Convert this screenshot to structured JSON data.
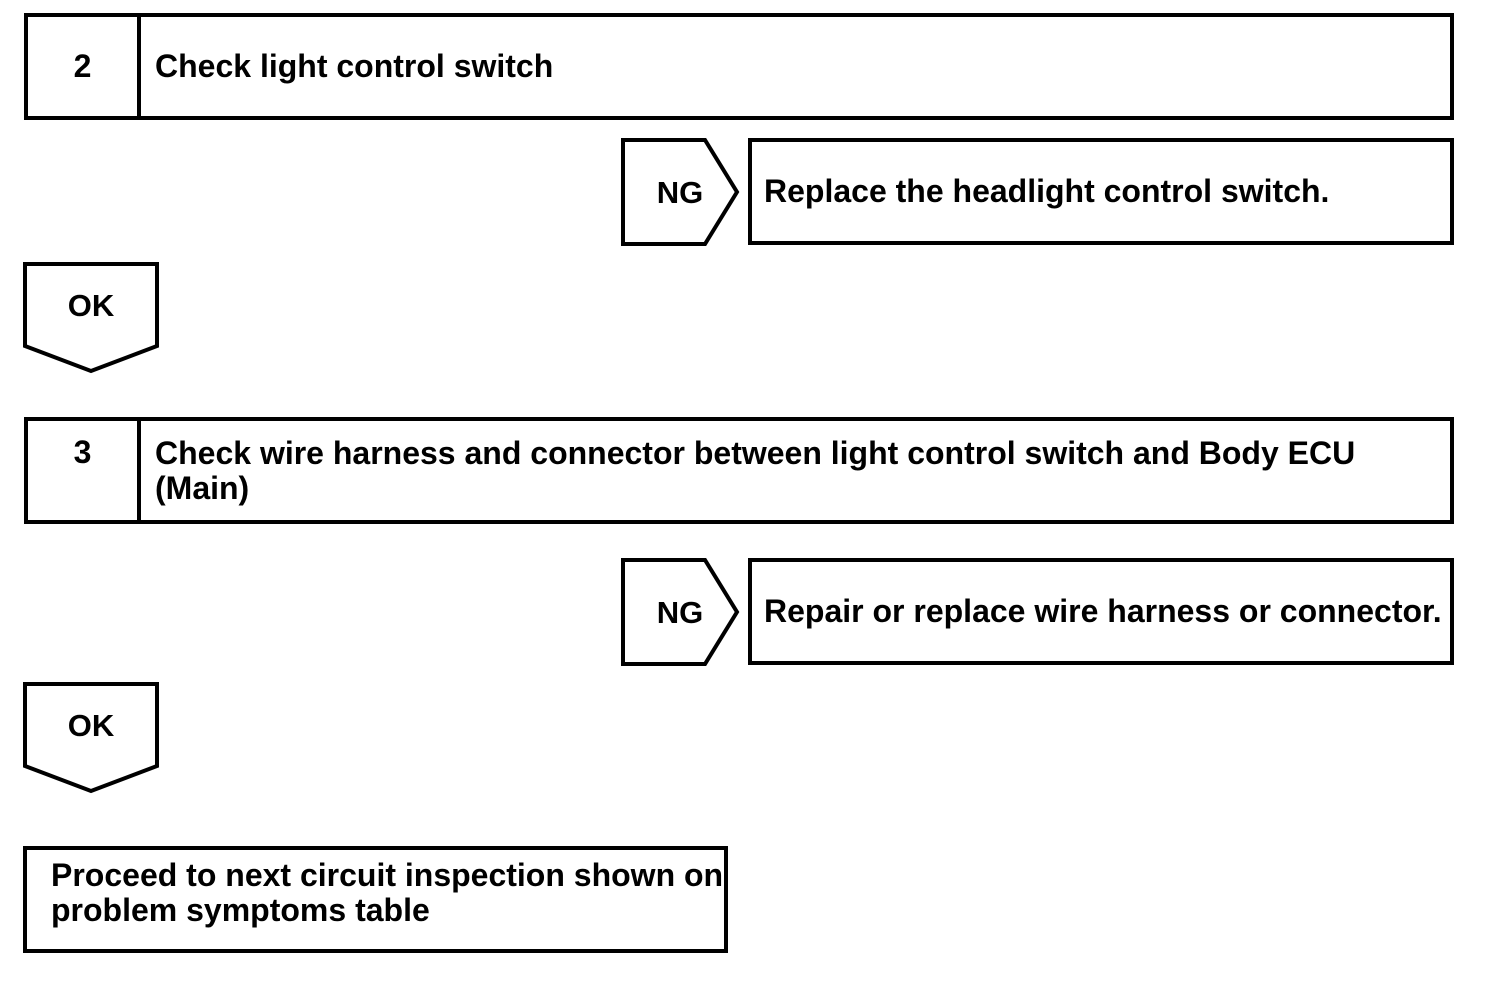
{
  "diagram": {
    "type": "troubleshooting-flowchart",
    "colors": {
      "line": "#000000",
      "background": "#ffffff",
      "text": "#000000"
    },
    "steps": [
      {
        "number": "2",
        "title_lines": [
          "Check light control switch"
        ],
        "ng_label": "NG",
        "ng_action_lines": [
          "Replace the headlight control switch."
        ],
        "ok_label": "OK"
      },
      {
        "number": "3",
        "title_lines": [
          "Check wire harness and connector between light control switch and Body ECU",
          "(Main)"
        ],
        "ng_label": "NG",
        "ng_action_lines": [
          "Repair or replace wire harness or connector."
        ],
        "ok_label": "OK"
      }
    ],
    "terminal_lines": [
      "Proceed to next circuit inspection shown on",
      "problem symptoms table"
    ]
  }
}
